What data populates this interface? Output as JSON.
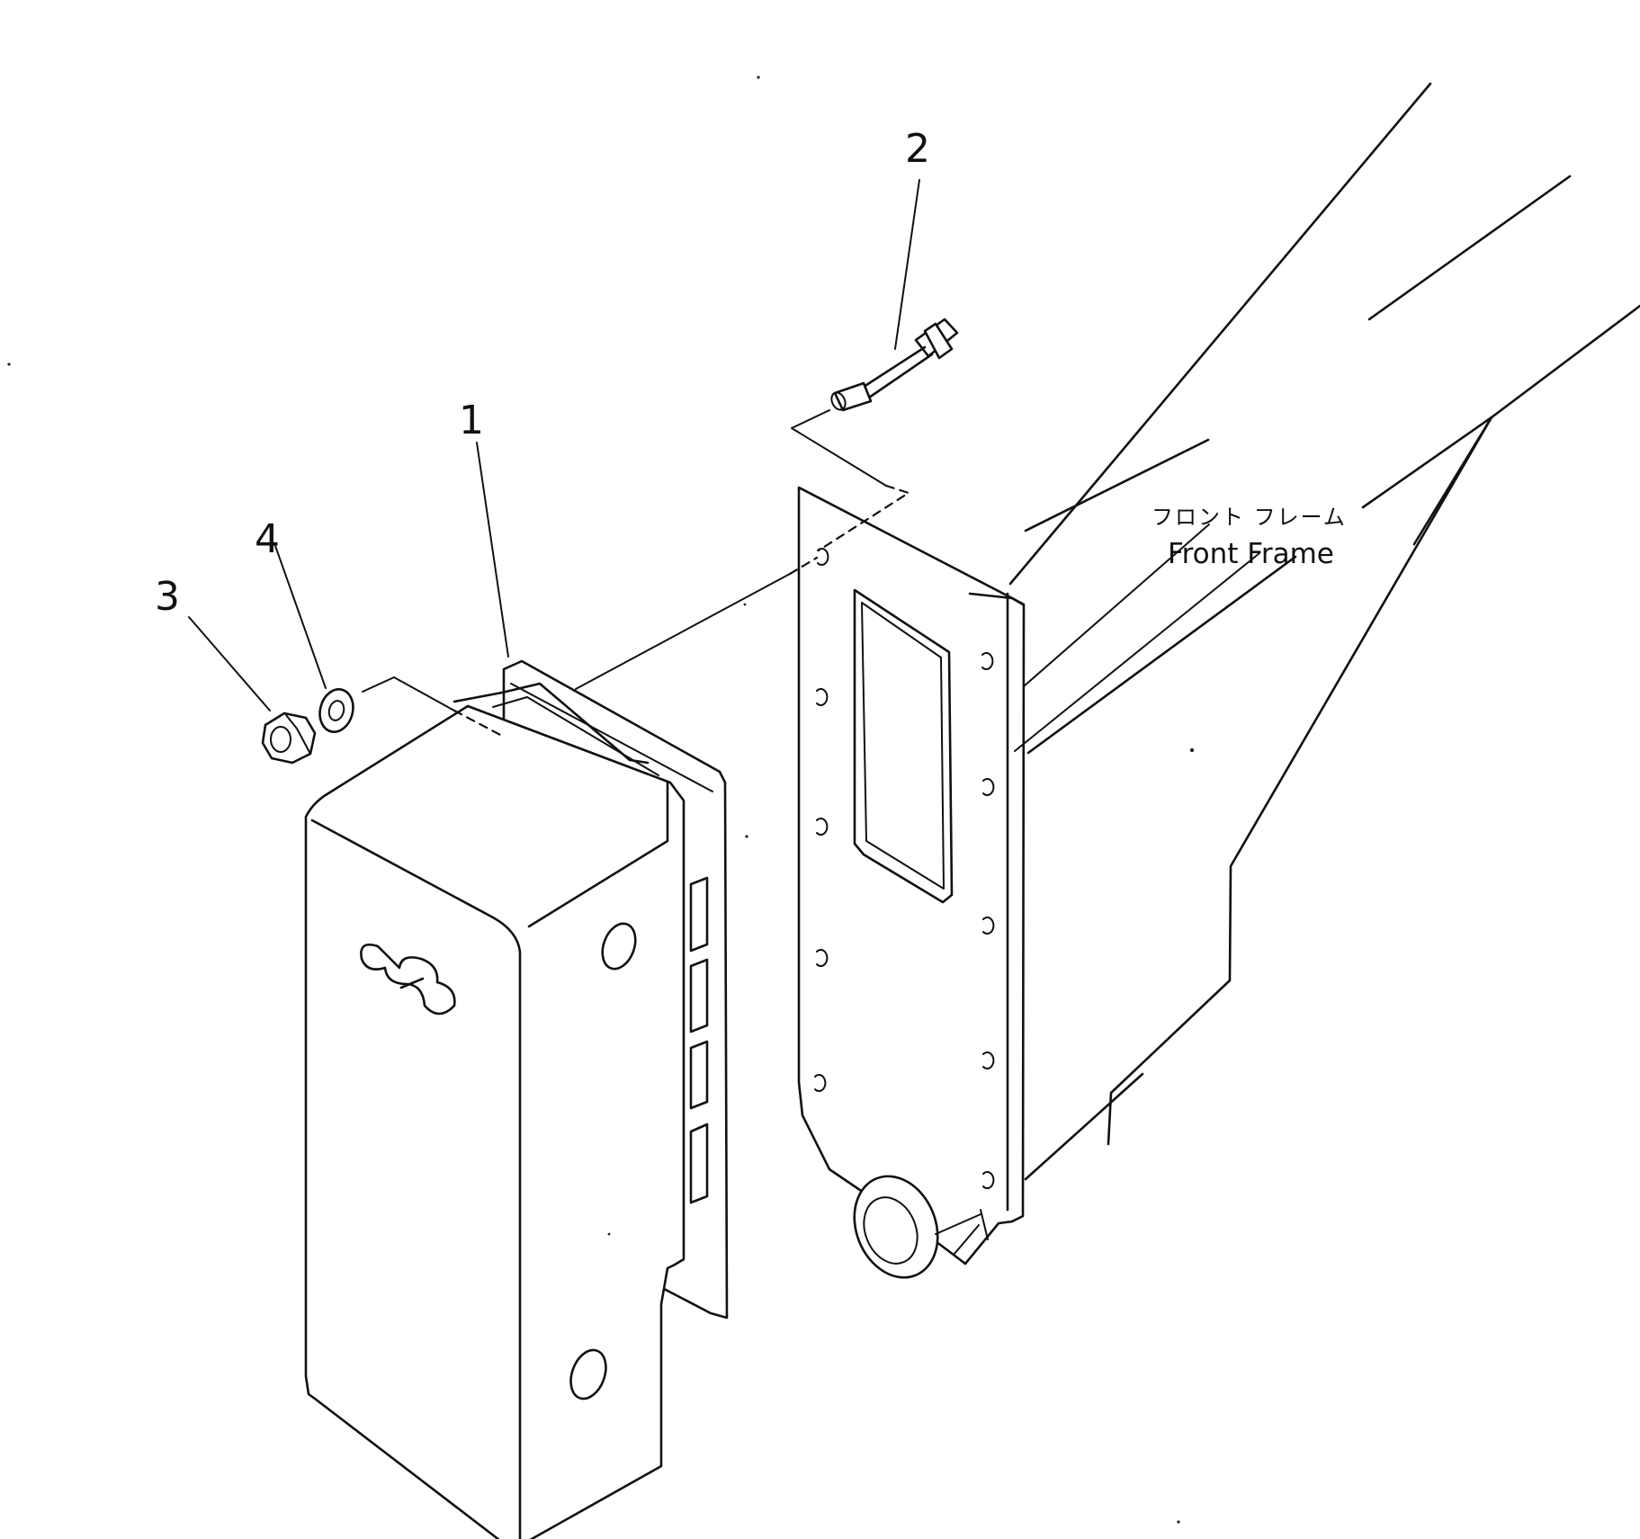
{
  "callouts": {
    "part_1": "1",
    "part_2": "2",
    "part_3": "3",
    "part_4": "4"
  },
  "frame_label": {
    "japanese": "フロント フレーム",
    "english": "Front Frame"
  },
  "colors": {
    "line": "#111111",
    "background": "#ffffff"
  }
}
